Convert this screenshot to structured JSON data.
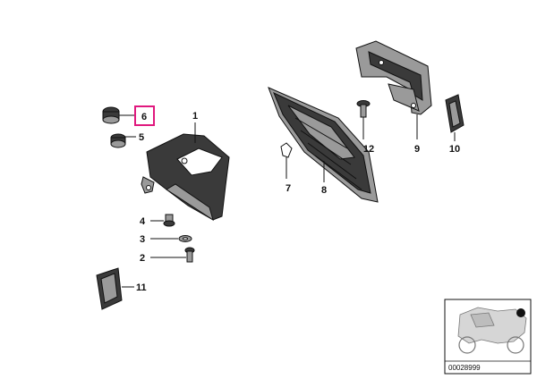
{
  "callouts": {
    "c1": "1",
    "c2": "2",
    "c3": "3",
    "c4": "4",
    "c5": "5",
    "c6": "6",
    "c7": "7",
    "c8": "8",
    "c9": "9",
    "c10": "10",
    "c11": "11",
    "c12": "12"
  },
  "highlighted_callout": "6",
  "highlight_color": "#e0187e",
  "thumbnail": {
    "code": "00028999"
  }
}
